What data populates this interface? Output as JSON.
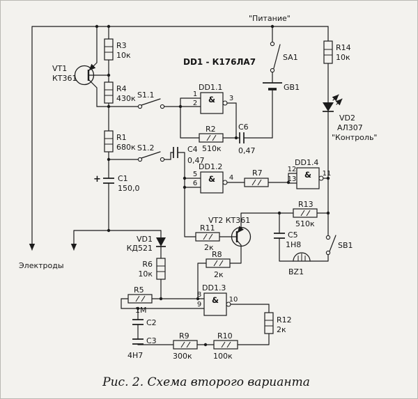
{
  "labels": {
    "power": "\"Питание\"",
    "electrodes": "Электроды",
    "ic": "DD1 - К176ЛА7",
    "caption": "Рис. 2. Схема второго варианта"
  },
  "components": {
    "vt1": {
      "ref": "VT1",
      "val": "КТ361"
    },
    "vt2": {
      "ref": "VT2 КТ361"
    },
    "r1": {
      "ref": "R1",
      "val": "680к"
    },
    "r2": {
      "ref": "R2",
      "val": "510к"
    },
    "r3": {
      "ref": "R3",
      "val": "10к"
    },
    "r4": {
      "ref": "R4",
      "val": "430к"
    },
    "r5": {
      "ref": "R5",
      "val": "1М"
    },
    "r6": {
      "ref": "R6",
      "val": "10к"
    },
    "r7": {
      "ref": "R7"
    },
    "r8": {
      "ref": "R8",
      "val": "2к"
    },
    "r9": {
      "ref": "R9",
      "val": "300к"
    },
    "r10": {
      "ref": "R10",
      "val": "100к"
    },
    "r11": {
      "ref": "R11",
      "val": "2к"
    },
    "r12": {
      "ref": "R12",
      "val": "2к"
    },
    "r13": {
      "ref": "R13",
      "val": "510к"
    },
    "r14": {
      "ref": "R14",
      "val": "10к"
    },
    "c1": {
      "ref": "C1",
      "val": "150,0",
      "polarity": "+"
    },
    "c2": {
      "ref": "C2"
    },
    "c3": {
      "ref": "C3",
      "val": "4Н7"
    },
    "c4": {
      "ref": "C4",
      "val": "0,47"
    },
    "c5": {
      "ref": "C5",
      "val": "1Н8"
    },
    "c6": {
      "ref": "C6",
      "val": "0,47"
    },
    "vd1": {
      "ref": "VD1",
      "val": "КД521"
    },
    "vd2": {
      "ref": "VD2",
      "val": "АЛ307",
      "note": "\"Контроль\""
    },
    "s11": {
      "ref": "S1.1"
    },
    "s12": {
      "ref": "S1.2"
    },
    "sa1": {
      "ref": "SA1"
    },
    "sb1": {
      "ref": "SB1"
    },
    "gb1": {
      "ref": "GB1"
    },
    "bz1": {
      "ref": "BZ1"
    }
  },
  "gates": {
    "dd11": {
      "name": "DD1.1",
      "fn": "&",
      "in1": "1",
      "in2": "2",
      "out": "3"
    },
    "dd12": {
      "name": "DD1.2",
      "fn": "&",
      "in1": "5",
      "in2": "6",
      "out": "4"
    },
    "dd13": {
      "name": "DD1.3",
      "fn": "&",
      "in1": "8",
      "in2": "9",
      "out": "10"
    },
    "dd14": {
      "name": "DD1.4",
      "fn": "&",
      "in1": "12",
      "in2": "13",
      "out": "11"
    }
  }
}
